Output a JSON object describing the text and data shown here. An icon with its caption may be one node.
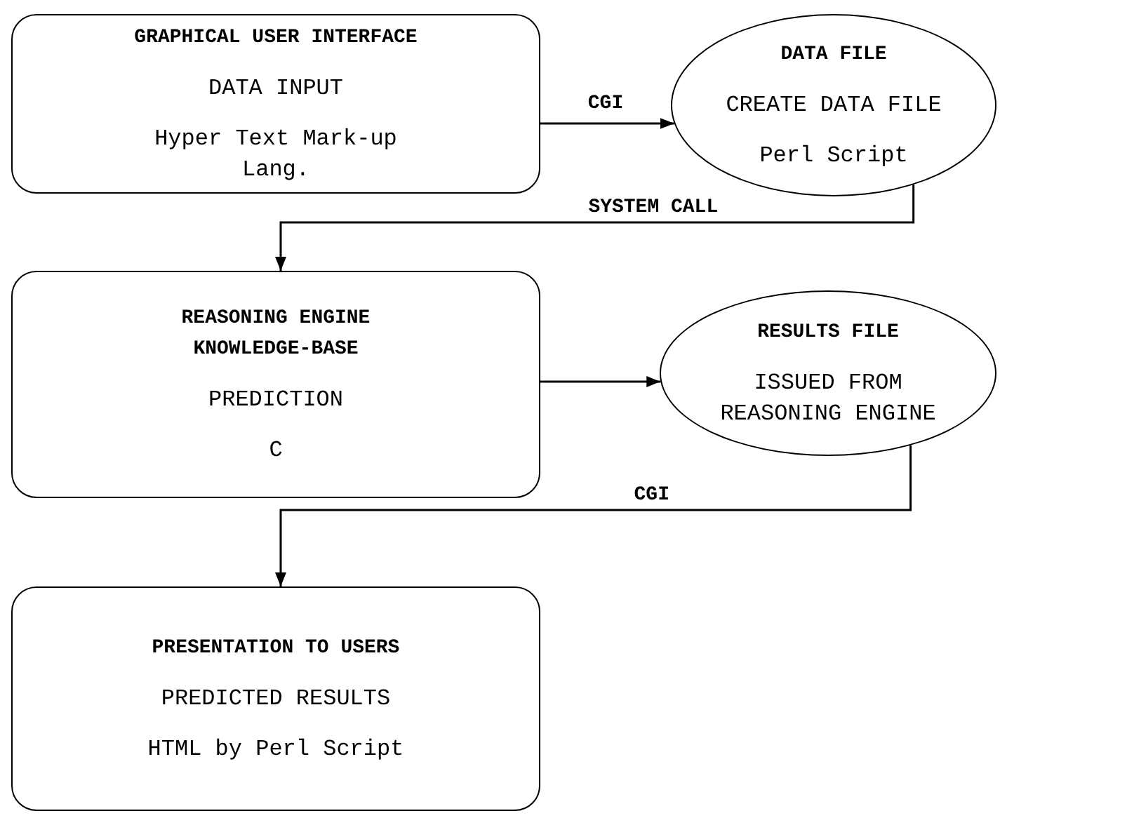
{
  "diagram": {
    "nodes": [
      {
        "text": [
          "GRAPHICAL USER INTERFACE",
          "DATA INPUT",
          "Hyper Text Mark-up Lang."
        ]
      },
      {
        "text": [
          "DATA FILE",
          "CREATE DATA FILE",
          "Perl Script"
        ]
      },
      {
        "text": [
          "REASONING ENGINE KNOWLEDGE-BASE",
          "PREDICTION",
          "C"
        ]
      },
      {
        "text": [
          "RESULTS FILE",
          "ISSUED FROM REASONING ENGINE"
        ]
      },
      {
        "text": [
          "PRESENTATION TO USERS",
          "PREDICTED RESULTS",
          "HTML by Perl Script"
        ]
      }
    ],
    "edges": [
      {
        "from": 0,
        "to": 1,
        "arrow": "to",
        "label": "CGI"
      },
      {
        "from": 1,
        "to": 2,
        "arrow": "to",
        "label": "SYSTEM CALL"
      },
      {
        "from": 2,
        "to": 3,
        "arrow": "to"
      },
      {
        "from": 3,
        "to": 4,
        "arrow": "to",
        "label": "CGI"
      }
    ]
  }
}
